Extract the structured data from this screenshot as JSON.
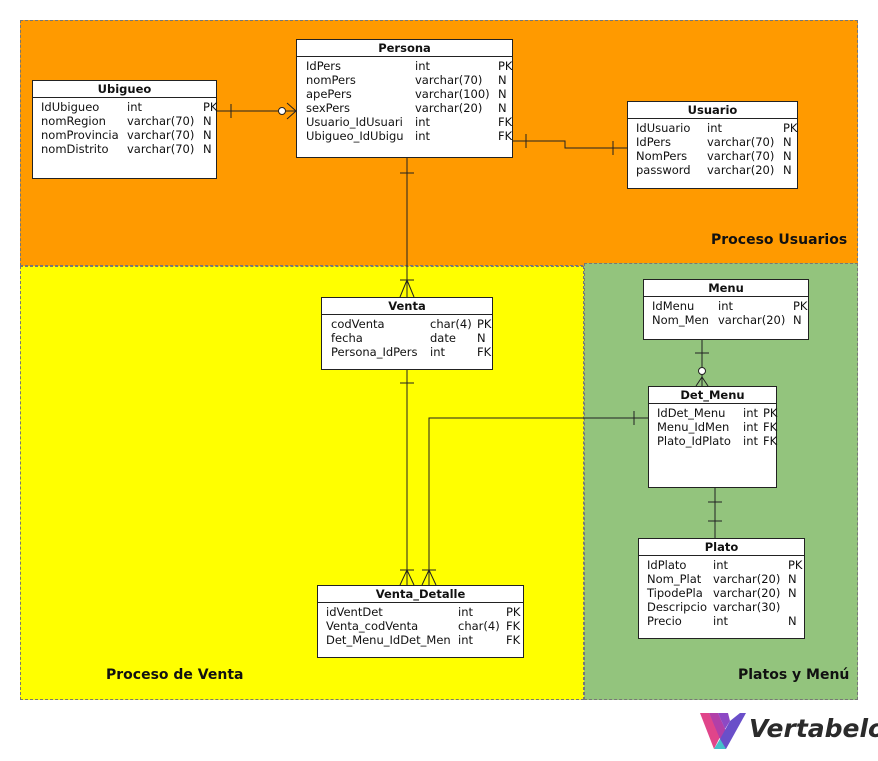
{
  "areas": [
    {
      "id": "usuarios",
      "title": "Proceso Usuarios",
      "color": "#ff9a00"
    },
    {
      "id": "venta",
      "title": "Proceso de Venta",
      "color": "#ffff00"
    },
    {
      "id": "platos",
      "title": "Platos y Menú",
      "color": "#93c47d"
    }
  ],
  "entities": [
    {
      "name": "Ubigueo",
      "columns": [
        [
          "IdUbigueo",
          "int",
          "PK"
        ],
        [
          "nomRegion",
          "varchar(70)",
          "N"
        ],
        [
          "nomProvincia",
          "varchar(70)",
          "N"
        ],
        [
          "nomDistrito",
          "varchar(70)",
          "N"
        ]
      ]
    },
    {
      "name": "Persona",
      "columns": [
        [
          "IdPers",
          "int",
          "PK"
        ],
        [
          "nomPers",
          "varchar(70)",
          "N"
        ],
        [
          "apePers",
          "varchar(100)",
          "N"
        ],
        [
          "sexPers",
          "varchar(20)",
          "N"
        ],
        [
          "Usuario_IdUsuari",
          "int",
          "FK"
        ],
        [
          "Ubigueo_IdUbigu",
          "int",
          "FK"
        ]
      ]
    },
    {
      "name": "Usuario",
      "columns": [
        [
          "IdUsuario",
          "int",
          "PK"
        ],
        [
          "IdPers",
          "varchar(70)",
          "N"
        ],
        [
          "NomPers",
          "varchar(70)",
          "N"
        ],
        [
          "password",
          "varchar(20)",
          "N"
        ]
      ]
    },
    {
      "name": "Venta",
      "columns": [
        [
          "codVenta",
          "char(4)",
          "PK"
        ],
        [
          "fecha",
          "date",
          "N"
        ],
        [
          "Persona_IdPers",
          "int",
          "FK"
        ]
      ]
    },
    {
      "name": "Menu",
      "columns": [
        [
          "IdMenu",
          "int",
          "PK"
        ],
        [
          "Nom_Men",
          "varchar(20)",
          "N"
        ]
      ]
    },
    {
      "name": "Det_Menu",
      "columns": [
        [
          "IdDet_Menu",
          "int",
          "PK"
        ],
        [
          "Menu_IdMen",
          "int",
          "FK"
        ],
        [
          "Plato_IdPlato",
          "int",
          "FK"
        ]
      ]
    },
    {
      "name": "Plato",
      "columns": [
        [
          "IdPlato",
          "int",
          "PK"
        ],
        [
          "Nom_Plat",
          "varchar(20)",
          "N"
        ],
        [
          "TipodePla",
          "varchar(20)",
          "N"
        ],
        [
          "Descripcio",
          "varchar(30)",
          ""
        ],
        [
          "Precio",
          "int",
          "N"
        ]
      ]
    },
    {
      "name": "Venta_Detalle",
      "columns": [
        [
          "idVentDet",
          "int",
          "PK"
        ],
        [
          "Venta_codVenta",
          "char(4)",
          "FK"
        ],
        [
          "Det_Menu_IdDet_Men",
          "int",
          "FK"
        ]
      ]
    }
  ],
  "logo": {
    "text": "Vertabelo"
  }
}
